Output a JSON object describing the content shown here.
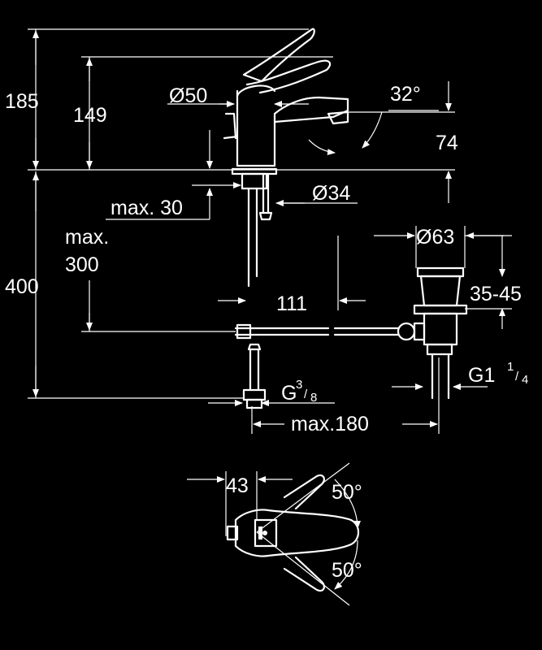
{
  "dimensions": {
    "total_height": "185",
    "spout_height": "149",
    "body_diameter": "Ø50",
    "lever_angle": "32°",
    "spout_clearance": "74",
    "hole_diameter": "Ø34",
    "deck_thickness": "max. 30",
    "hose_label_line1": "max.",
    "hose_label_line2": "300",
    "hose_length": "400",
    "waste_diameter": "Ø63",
    "waste_range": "35-45",
    "spout_offset": "111",
    "waste_thread_prefix": "G1",
    "waste_thread_num": "1",
    "waste_thread_den": "4",
    "supply_thread_prefix": "G",
    "supply_thread_num": "3",
    "supply_thread_den": "8",
    "max_width": "max.180",
    "handle_depth": "43",
    "rotation_right": "50°",
    "rotation_left": "50°"
  },
  "colors": {
    "background": "#000000",
    "linework": "#ffffff"
  }
}
